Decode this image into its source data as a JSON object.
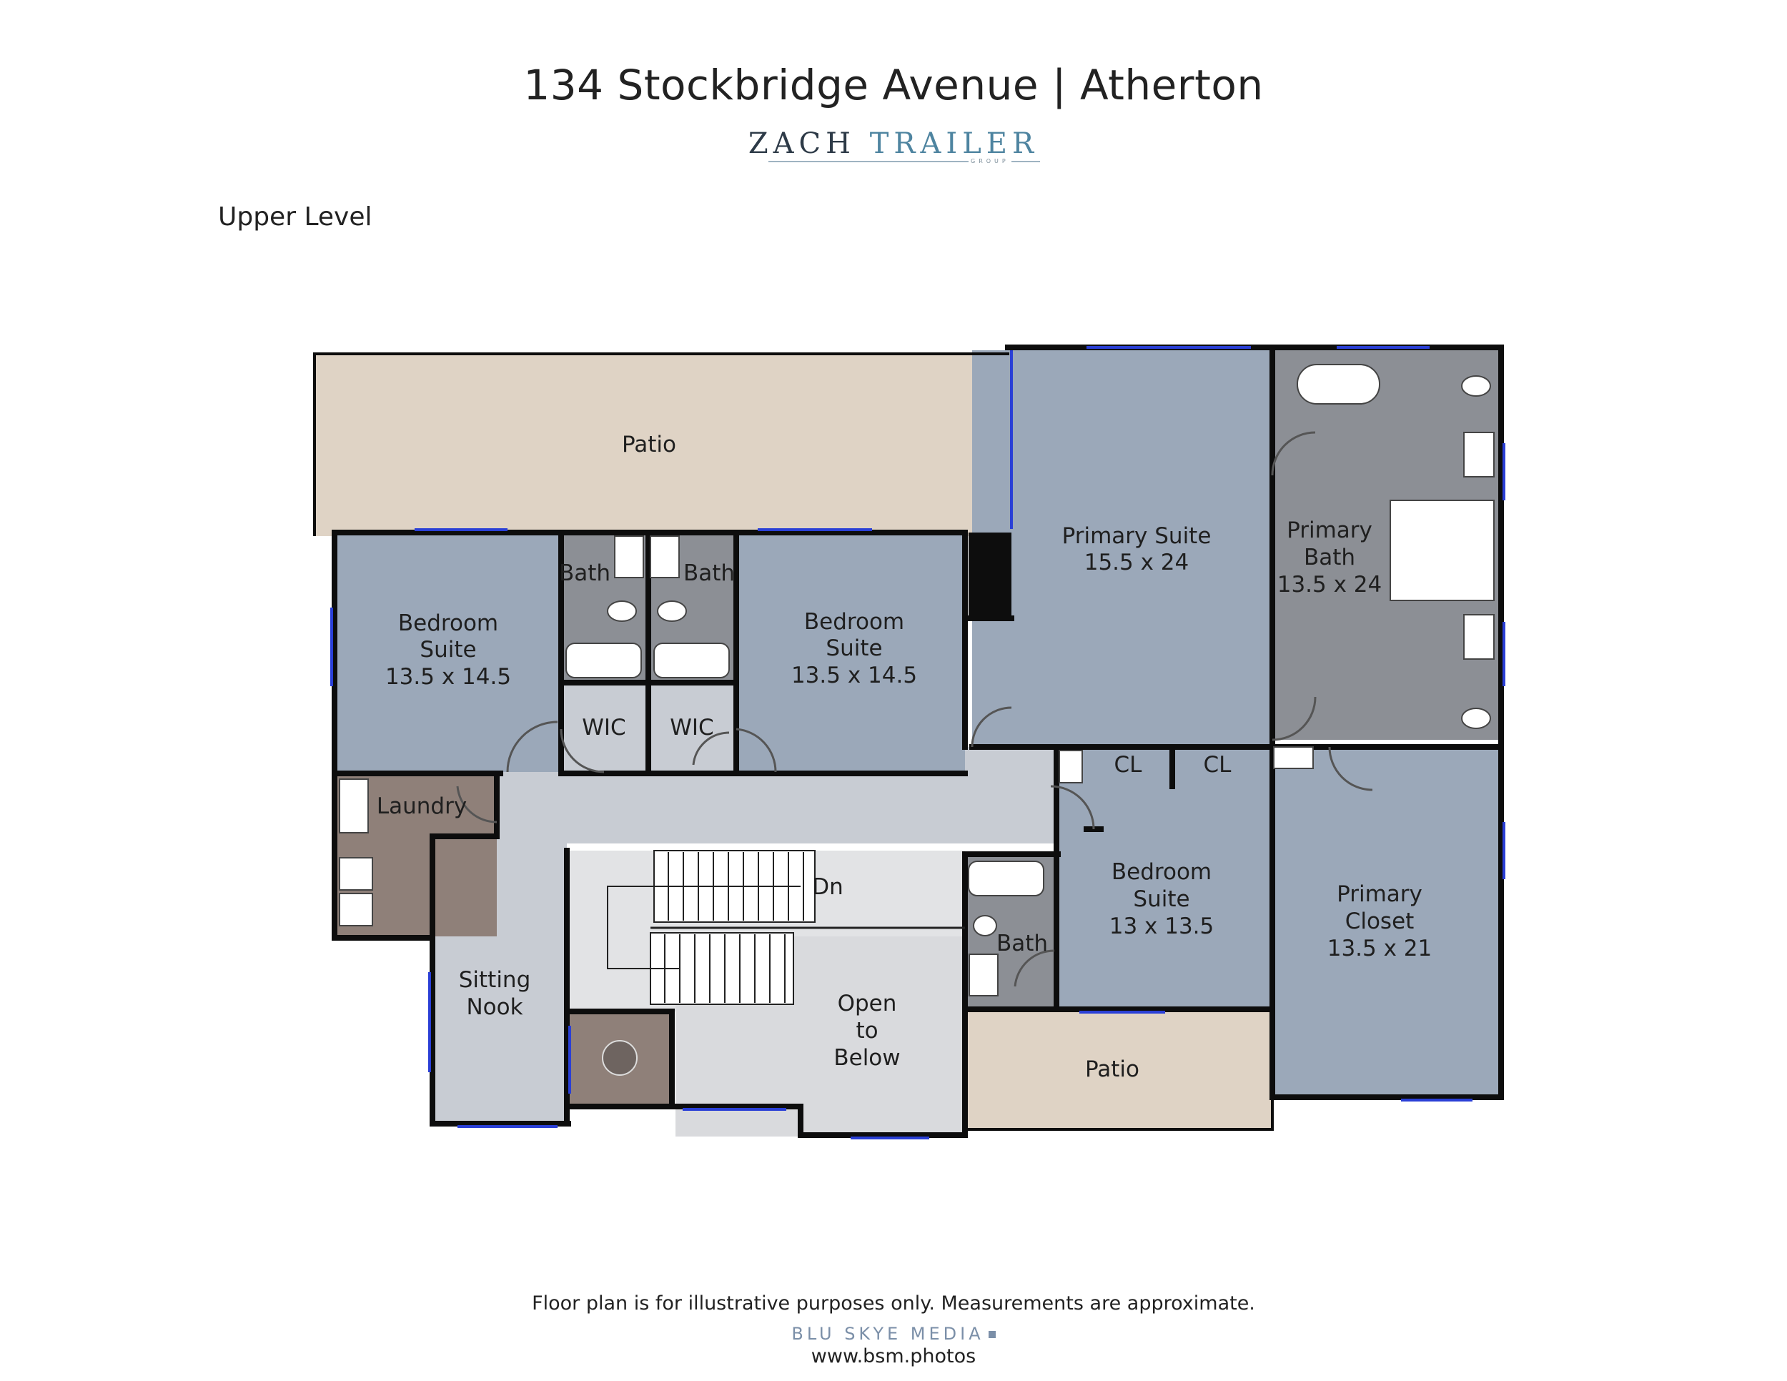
{
  "header": {
    "title": "134 Stockbridge Avenue | Atherton",
    "brand_part1": "ZACH",
    "brand_part2": "TRAILER",
    "brand_sub": "GROUP"
  },
  "level_label": "Upper Level",
  "rooms": {
    "patio_top": "Patio",
    "bedroom_left_name": "Bedroom",
    "bedroom_left_name2": "Suite",
    "bedroom_left_size": "13.5 x 14.5",
    "bath_left": "Bath",
    "bath_mid": "Bath",
    "wic_left": "WIC",
    "wic_mid": "WIC",
    "bedroom_mid_name": "Bedroom",
    "bedroom_mid_name2": "Suite",
    "bedroom_mid_size": "13.5 x 14.5",
    "primary_suite_name": "Primary Suite",
    "primary_suite_size": "15.5 x 24",
    "primary_bath_name": "Primary",
    "primary_bath_name2": "Bath",
    "primary_bath_size": "13.5 x 24",
    "laundry": "Laundry",
    "sitting_nook_1": "Sitting",
    "sitting_nook_2": "Nook",
    "stairs_dn": "Dn",
    "open_below_1": "Open",
    "open_below_2": "to",
    "open_below_3": "Below",
    "cl_1": "CL",
    "cl_2": "CL",
    "bedroom_right_name": "Bedroom",
    "bedroom_right_name2": "Suite",
    "bedroom_right_size": "13 x 13.5",
    "bath_right": "Bath",
    "primary_closet_name": "Primary",
    "primary_closet_name2": "Closet",
    "primary_closet_size": "13.5 x 21",
    "patio_bottom": "Patio"
  },
  "colors": {
    "room_blue": "#9ba8b9",
    "bath_gray": "#8c8f95",
    "patio_tan": "#dfd3c5",
    "hall_light": "#c8ccd3",
    "laundry_brown": "#8f8079",
    "wall": "#0d0d0d",
    "window": "#2a3fd6"
  },
  "footer": {
    "disclaimer": "Floor plan is for illustrative purposes only. Measurements are approximate.",
    "credit": "BLU SKYE MEDIA",
    "website": "www.bsm.photos"
  }
}
